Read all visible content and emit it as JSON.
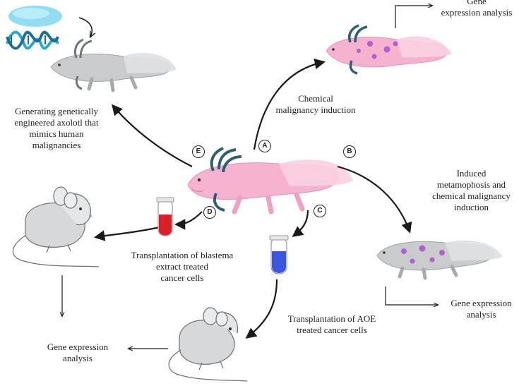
{
  "labels": {
    "gene_top_right": [
      "Gene",
      "expression analysis"
    ],
    "chemical_malignancy": [
      "Chemical",
      "malignancy induction"
    ],
    "genetically_engineered": [
      "Generating genetically",
      "engineered axolotl that",
      "mimics human",
      "malignancies"
    ],
    "induced_metamorphosis": [
      "Induced",
      "metamophosis and",
      "chemical malignancy",
      "induction"
    ],
    "blastema": [
      "Transplantation of blastema",
      "extract treated",
      "cancer cells"
    ],
    "aoe": [
      "Transplantation of AOE",
      "treated cancer cells"
    ],
    "gene_right": [
      "Gene expression",
      "analysis"
    ],
    "gene_left": [
      "Gene expression",
      "analysis"
    ]
  },
  "badges": {
    "a": "A",
    "b": "B",
    "c": "C",
    "d": "D",
    "e": "E"
  },
  "colors": {
    "axolotl_pink": "#f6b3d0",
    "axolotl_gray": "#c9cbcd",
    "gill_teal": "#2f5f73",
    "tumor_purple": "#b060d0",
    "blood_red": "#d81f2a",
    "tube_blue": "#3a55e0",
    "dna_cyan": "#44c6ea",
    "mouse_gray": "#d6d8da",
    "arrow": "#1a1a1a"
  }
}
